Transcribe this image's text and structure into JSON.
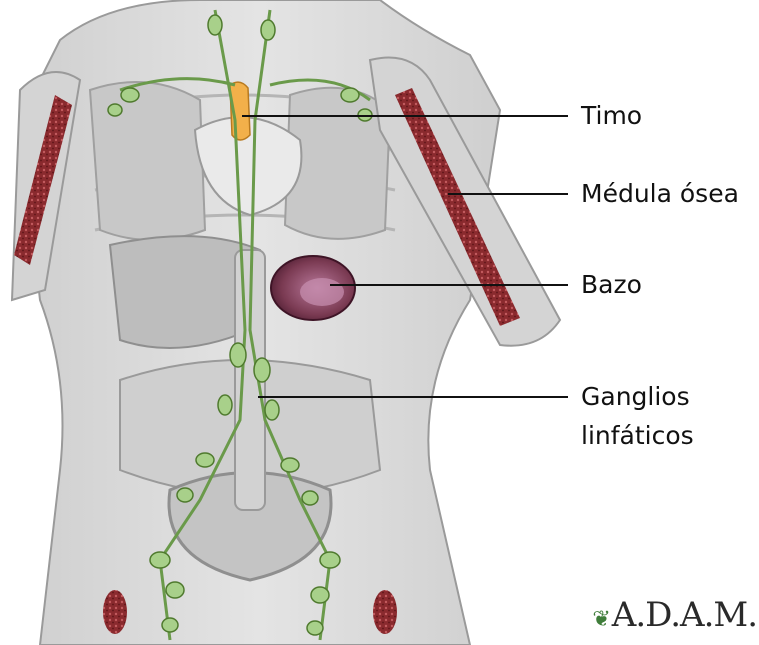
{
  "labels": {
    "thymus": "Timo",
    "bone_marrow": "Médula ósea",
    "spleen": "Bazo",
    "lymph_nodes_line1": "Ganglios",
    "lymph_nodes_line2": "linfáticos"
  },
  "logo": {
    "text": "A.D.A.M.",
    "icon": "leaf-icon"
  },
  "colors": {
    "lymph_node": "#a8d08a",
    "lymph_node_outline": "#4f7a2e",
    "thymus": "#f2b04a",
    "spleen": "#7a3a52",
    "bone_marrow": "#8a2a2e",
    "tissue": "#d8d8d8"
  }
}
